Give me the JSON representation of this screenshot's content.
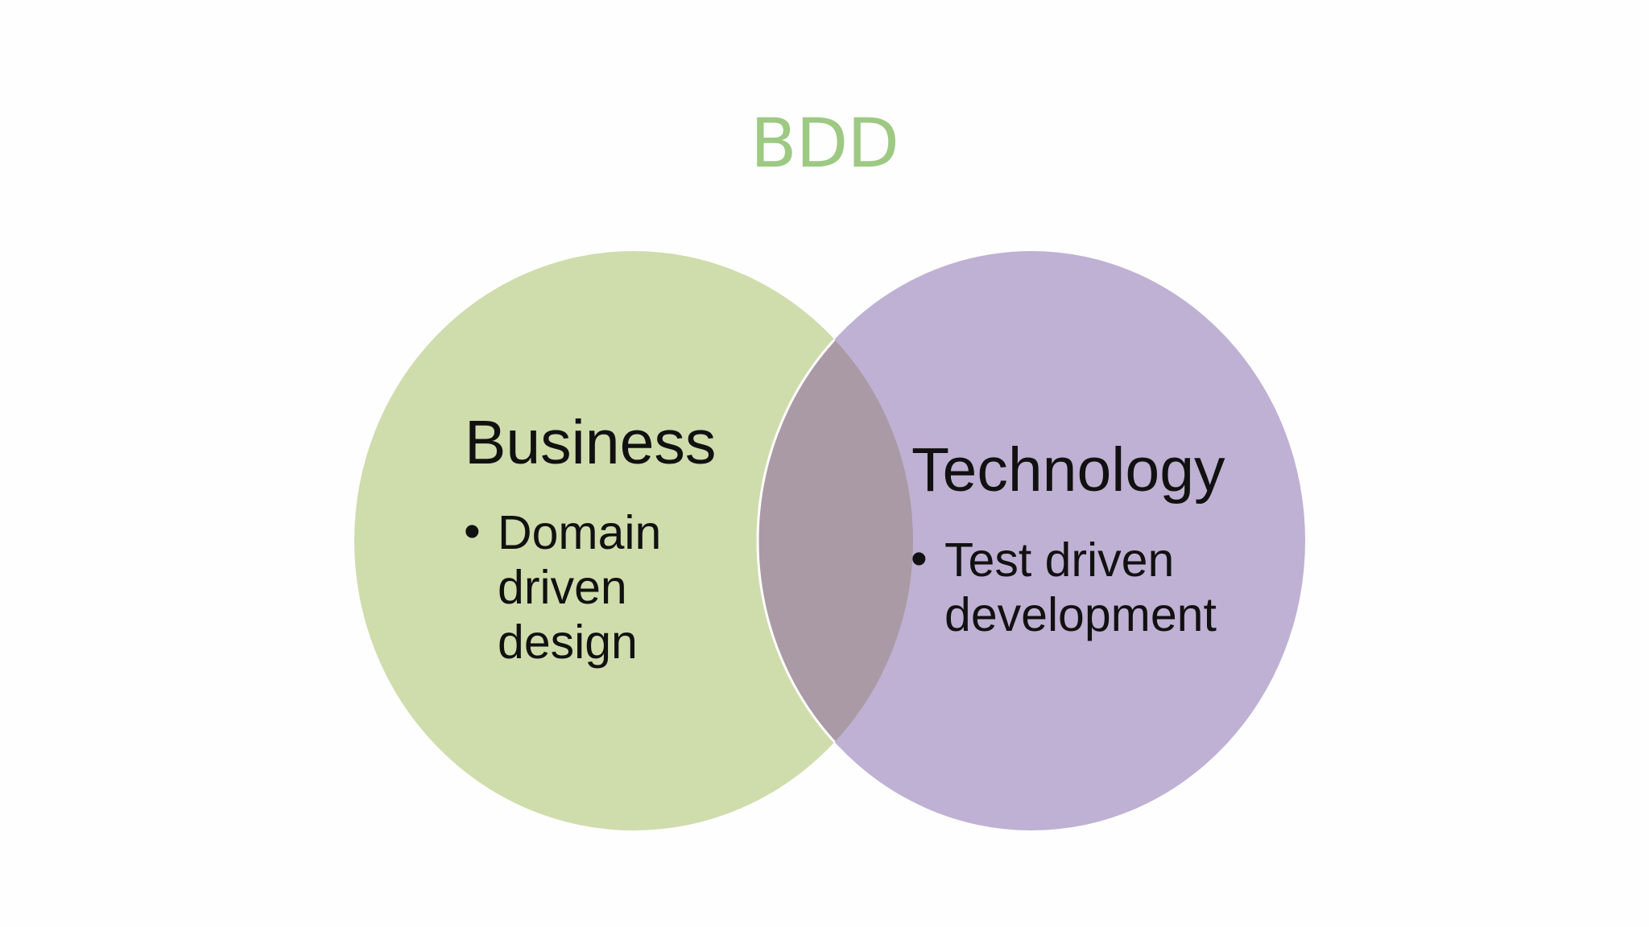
{
  "slide": {
    "title": "BDD",
    "title_color": "#9dc983"
  },
  "venn": {
    "left_circle": {
      "heading": "Business",
      "bullet": [
        "Domain",
        "driven",
        "design"
      ],
      "fill": "#cfdcac"
    },
    "right_circle": {
      "heading": "Technology",
      "bullet": [
        "Test driven",
        "development"
      ],
      "fill": "#bfb1d3"
    },
    "overlap_fill": "#a99aa5",
    "bullet_symbol": "•"
  }
}
